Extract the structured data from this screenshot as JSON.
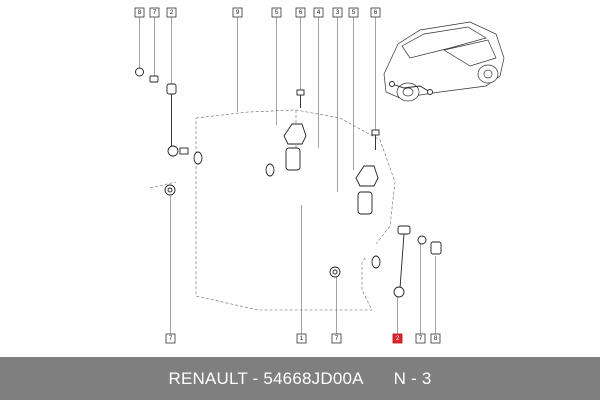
{
  "callouts": {
    "top_8": "8",
    "top_7": "7",
    "top_2": "2",
    "top_9": "9",
    "top_5a": "5",
    "top_6a": "6",
    "top_4": "4",
    "top_3": "3",
    "top_5b": "5",
    "top_6b": "6",
    "bot_7a": "7",
    "bot_1": "1",
    "bot_7b": "7",
    "bot_2": "2",
    "bot_7c": "7",
    "bot_8": "8"
  },
  "colors": {
    "highlight": "#e8212b",
    "footer_bg": "#7f7f7f"
  },
  "footer": {
    "brand_and_part": "RENAULT - 54668JD00A",
    "position": "N - 3"
  }
}
